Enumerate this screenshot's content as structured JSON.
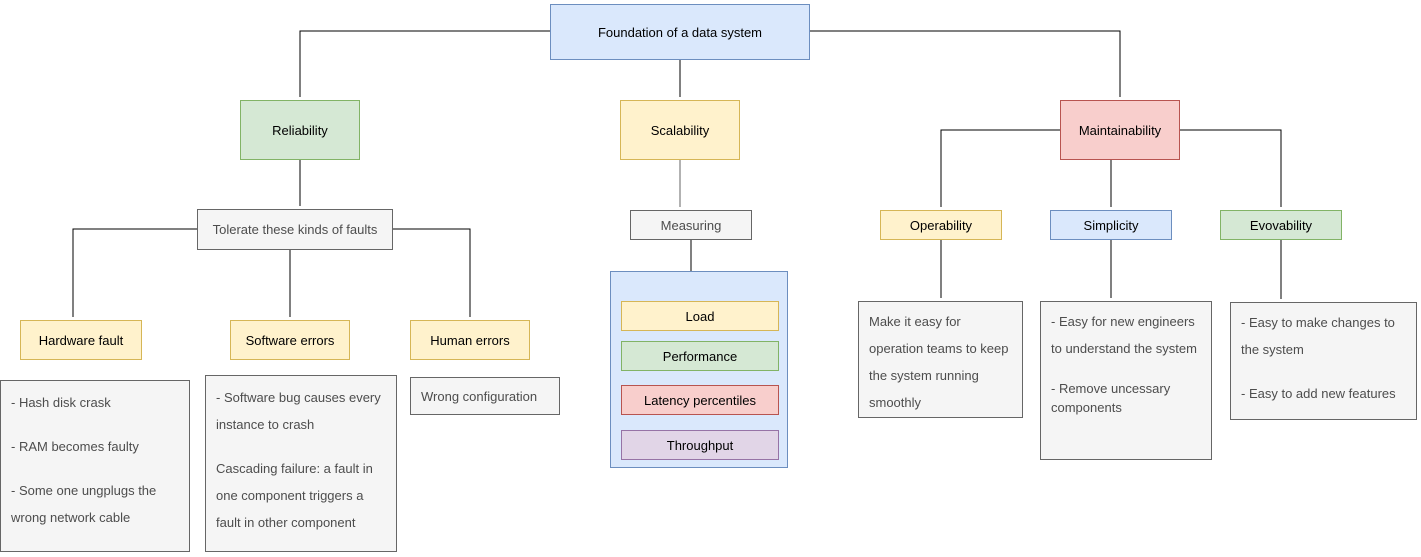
{
  "nodes": {
    "foundation": "Foundation of a data system",
    "reliability": "Reliability",
    "scalability": "Scalability",
    "maintainability": "Maintainability",
    "tolerate": "Tolerate these kinds of faults",
    "hardware_fault": "Hardware fault",
    "software_errors": "Software errors",
    "human_errors": "Human errors",
    "measuring": "Measuring",
    "load": "Load",
    "performance": "Performance",
    "latency_percentiles": "Latency percentiles",
    "throughput": "Throughput",
    "operability": "Operability",
    "simplicity": "Simplicity",
    "evovability": "Evovability",
    "wrong_configuration": "Wrong configuration"
  },
  "notes": {
    "hardware": {
      "items": [
        "- Hash disk crask",
        "- RAM becomes faulty",
        "- Some one ungplugs the wrong network cable"
      ]
    },
    "software": {
      "items": [
        "- Software bug causes every instance to crash",
        "Cascading failure: a fault in one component triggers a fault in other component"
      ]
    },
    "operability": {
      "items": [
        "Make it easy for operation teams to keep the system running smoothly"
      ]
    },
    "simplicity": {
      "items": [
        "- Easy for new engineers to understand the system",
        "- Remove uncessary components"
      ]
    },
    "evovability": {
      "items": [
        "- Easy to make changes to the system",
        "- Easy to add new features"
      ]
    }
  },
  "palette": {
    "blue_fill": "#dae8fc",
    "blue_stroke": "#6c8ebf",
    "green_fill": "#d5e8d4",
    "green_stroke": "#82b366",
    "yellow_fill": "#fff2cc",
    "yellow_stroke": "#d6b656",
    "red_fill": "#f8cecc",
    "red_stroke": "#b85450",
    "purple_fill": "#e1d5e7",
    "purple_stroke": "#9673a6",
    "gray_fill": "#f5f5f5",
    "gray_stroke": "#666666",
    "edge_color": "#000000",
    "edge_gray_color": "#666666",
    "note_text_color": "#4d4d4d"
  }
}
